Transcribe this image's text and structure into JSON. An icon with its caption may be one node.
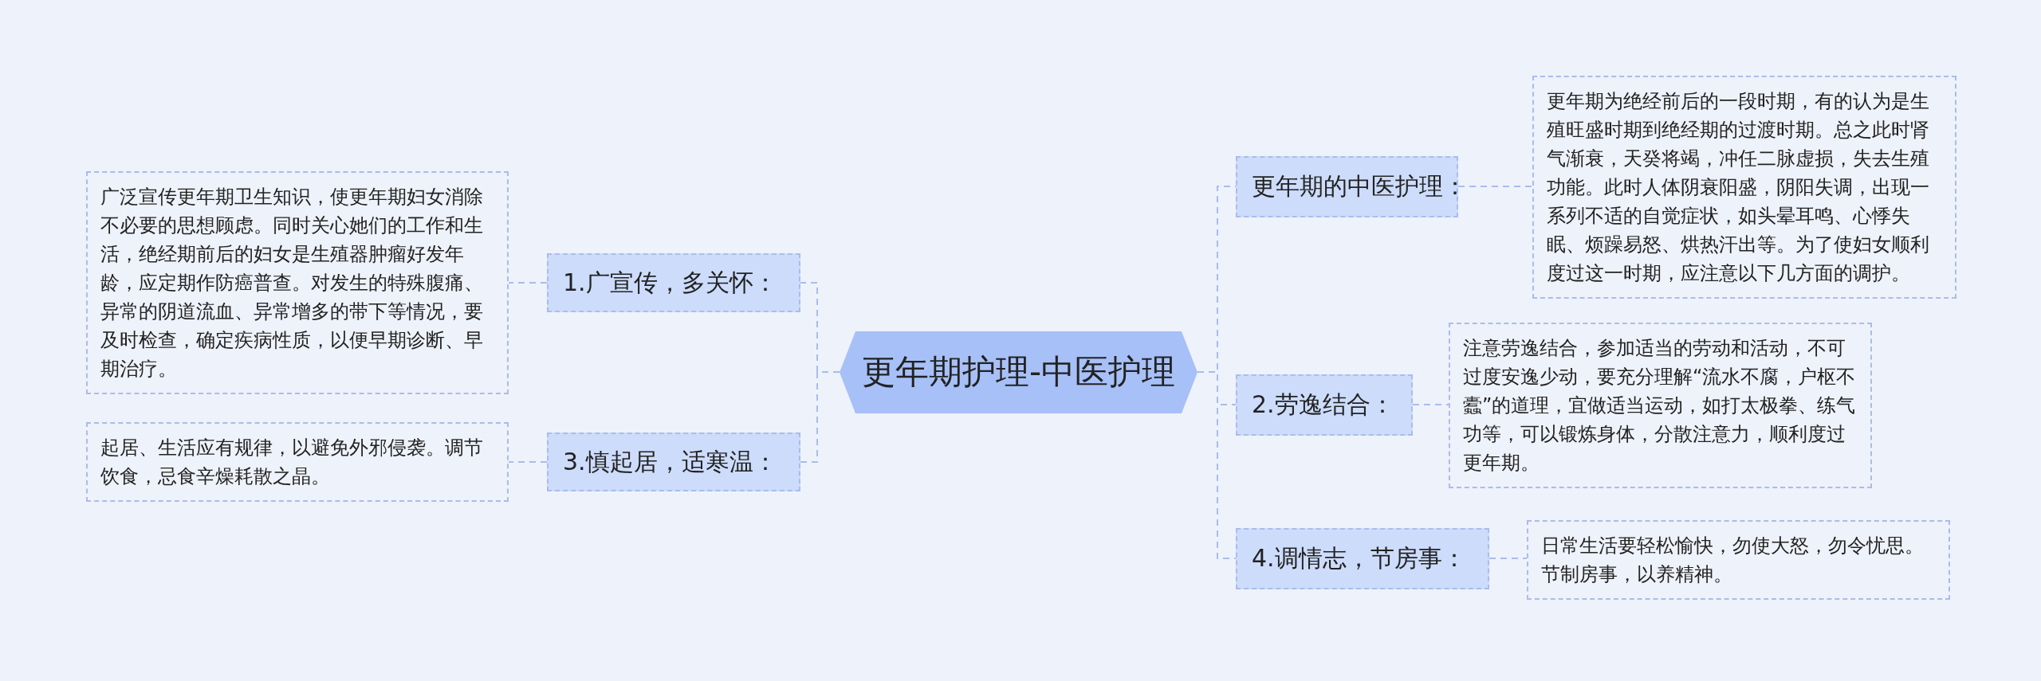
{
  "diagram": {
    "nodes": [
      {
        "text": [
          "更年期护理-中医护理"
        ]
      },
      {
        "text": [
          "更年期的中医护理："
        ]
      },
      {
        "text": [
          "更年期为绝经前后的一段时期，有的认为是生殖旺盛时期到绝经期的过渡时期。总之此时肾气渐衰，天癸将竭，冲任二脉虚损，失去生殖功能。此时人体阴衰阳盛，阴阳失调，出现一系列不适的自觉症状，如头晕耳鸣、心悸失眠、烦躁易怒、烘热汗出等。为了使妇女顺利度过这一时期，应注意以下几方面的调护。"
        ]
      },
      {
        "text": [
          "1.广宣传，多关怀："
        ]
      },
      {
        "text": [
          "广泛宣传更年期卫生知识，使更年期妇女消除不必要的思想顾虑。同时关心她们的工作和生活，绝经期前后的妇女是生殖器肿瘤好发年龄，应定期作防癌普查。对发生的特殊腹痛、异常的阴道流血、异常增多的带下等情况，要及时检查，确定疾病性质，以便早期诊断、早期治疗。"
        ]
      },
      {
        "text": [
          "2.劳逸结合："
        ]
      },
      {
        "text": [
          "注意劳逸结合，参加适当的劳动和活动，不可过度安逸少动，要充分理解“流水不腐，户枢不蠹”的道理，宜做适当运动，如打太极拳、练气功等，可以锻炼身体，分散注意力，顺利度过更年期。"
        ]
      },
      {
        "text": [
          "3.慎起居，适寒温："
        ]
      },
      {
        "text": [
          "起居、生活应有规律，以避免外邪侵袭。调节饮食，忌食辛燥耗散之晶。"
        ]
      },
      {
        "text": [
          "4.调情志，节房事："
        ]
      },
      {
        "text": [
          "日常生活要轻松愉快，勿使大怒，勿令忧思。节制房事，以养精神。"
        ]
      }
    ],
    "edges": [
      {
        "from": 0,
        "to": 1,
        "arrow": "none"
      },
      {
        "from": 1,
        "to": 2,
        "arrow": "none"
      },
      {
        "from": 0,
        "to": 3,
        "arrow": "none"
      },
      {
        "from": 3,
        "to": 4,
        "arrow": "none"
      },
      {
        "from": 0,
        "to": 5,
        "arrow": "none"
      },
      {
        "from": 5,
        "to": 6,
        "arrow": "none"
      },
      {
        "from": 0,
        "to": 7,
        "arrow": "none"
      },
      {
        "from": 7,
        "to": 8,
        "arrow": "none"
      },
      {
        "from": 0,
        "to": 9,
        "arrow": "none"
      },
      {
        "from": 9,
        "to": 10,
        "arrow": "none"
      }
    ]
  }
}
